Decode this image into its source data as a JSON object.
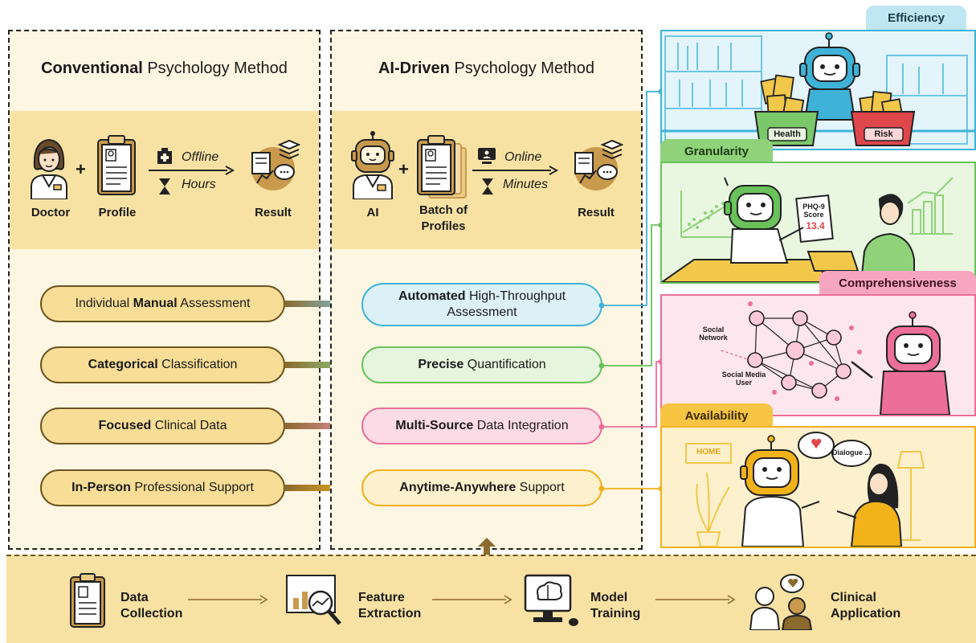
{
  "left": {
    "title_bold": "Conventional",
    "title_rest": " Psychology Method",
    "doctor": "Doctor",
    "profile": "Profile",
    "offline": "Offline",
    "hours": "Hours",
    "result": "Result",
    "pills": [
      {
        "a": "Individual ",
        "b": "Manual",
        "c": " Assessment"
      },
      {
        "a": "",
        "b": "Categorical",
        "c": " Classification"
      },
      {
        "a": "",
        "b": "Focused",
        "c": " Clinical Data"
      },
      {
        "a": "",
        "b": "In-Person",
        "c": " Professional Support"
      }
    ]
  },
  "right": {
    "title_bold": "AI-Driven",
    "title_rest": " Psychology Method",
    "ai": "AI",
    "batch": "Batch of Profiles",
    "online": "Online",
    "minutes": "Minutes",
    "result": "Result",
    "pills": [
      {
        "b": "Automated",
        "c": " High-Throughput Assessment"
      },
      {
        "b": "Precise",
        "c": " Quantification"
      },
      {
        "b": "Multi-Source",
        "c": " Data Integration"
      },
      {
        "b": "Anytime-Anywhere",
        "c": " Support"
      }
    ]
  },
  "features": {
    "efficiency": "Efficiency",
    "granularity": "Granularity",
    "comprehensiveness": "Comprehensiveness",
    "availability": "Availability",
    "health": "Health",
    "risk": "Risk",
    "phq_label": "PHQ-9 Score",
    "phq_value": "13.4",
    "social_network": "Social Network",
    "social_user": "Social Media User",
    "home": "HOME",
    "dialogue": "Dialogue ..."
  },
  "pipeline": {
    "steps": [
      "Data Collection",
      "Feature Extraction",
      "Model Training",
      "Clinical Application"
    ]
  },
  "colors": {
    "blue": "#3fb3d7",
    "green": "#69c25a",
    "pink": "#ec6f9a",
    "orange": "#f2b21a",
    "band": "#f8e2a3",
    "brown": "#6b5320"
  }
}
